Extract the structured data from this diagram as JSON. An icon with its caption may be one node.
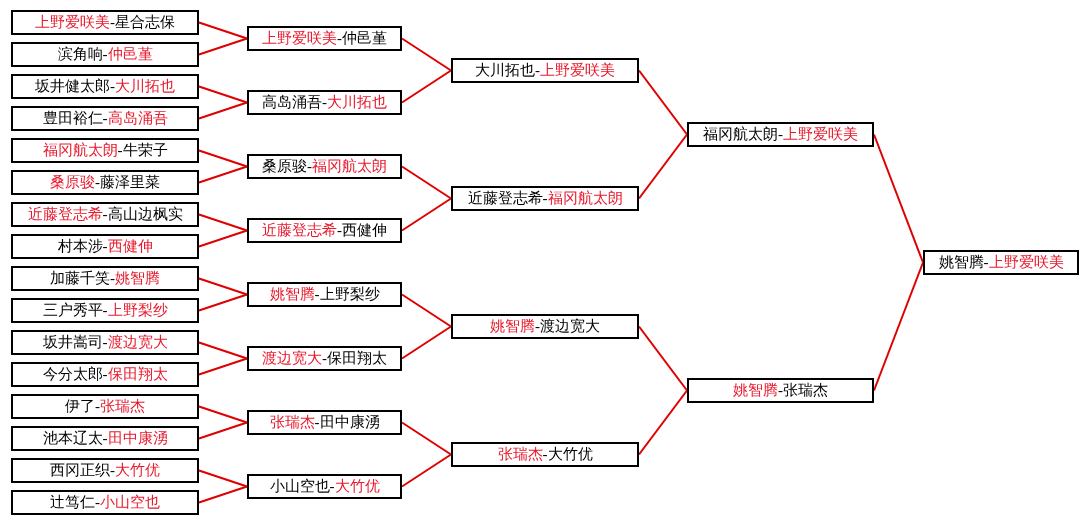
{
  "diagram": {
    "nodes": [
      {
        "text": [
          "上野爱咲美-星合志保"
        ]
      },
      {
        "text": [
          "滨角响-仲邑堇"
        ]
      },
      {
        "text": [
          "坂井健太郎-大川拓也"
        ]
      },
      {
        "text": [
          "豊田裕仁-高岛涌吾"
        ]
      },
      {
        "text": [
          "福冈航太朗-牛荣子"
        ]
      },
      {
        "text": [
          "桑原骏-藤泽里菜"
        ]
      },
      {
        "text": [
          "近藤登志希-高山边枫实"
        ]
      },
      {
        "text": [
          "村本涉-西健伸"
        ]
      },
      {
        "text": [
          "加藤千笑-姚智腾"
        ]
      },
      {
        "text": [
          "三户秀平-上野梨纱"
        ]
      },
      {
        "text": [
          "坂井嵩司-渡边宽大"
        ]
      },
      {
        "text": [
          "今分太郎-保田翔太"
        ]
      },
      {
        "text": [
          "伊了-张瑞杰"
        ]
      },
      {
        "text": [
          "池本辽太-田中康湧"
        ]
      },
      {
        "text": [
          "西冈正织-大竹优"
        ]
      },
      {
        "text": [
          "辻笃仁-小山空也"
        ]
      },
      {
        "text": [
          "上野爱咲美-仲邑堇"
        ]
      },
      {
        "text": [
          "高岛涌吾-大川拓也"
        ]
      },
      {
        "text": [
          "桑原骏-福冈航太朗"
        ]
      },
      {
        "text": [
          "近藤登志希-西健伸"
        ]
      },
      {
        "text": [
          "姚智腾-上野梨纱"
        ]
      },
      {
        "text": [
          "渡边宽大-保田翔太"
        ]
      },
      {
        "text": [
          "张瑞杰-田中康湧"
        ]
      },
      {
        "text": [
          "小山空也-大竹优"
        ]
      },
      {
        "text": [
          "大川拓也-上野爱咲美"
        ]
      },
      {
        "text": [
          "近藤登志希-福冈航太朗"
        ]
      },
      {
        "text": [
          "姚智腾-渡边宽大"
        ]
      },
      {
        "text": [
          "张瑞杰-大竹优"
        ]
      },
      {
        "text": [
          "福冈航太朗-上野爱咲美"
        ]
      },
      {
        "text": [
          "姚智腾-张瑞杰"
        ]
      },
      {
        "text": [
          "姚智腾-上野爱咲美"
        ]
      }
    ],
    "edges": [
      {
        "from": 0,
        "to": 16,
        "arrow": "none"
      },
      {
        "from": 1,
        "to": 16,
        "arrow": "none"
      },
      {
        "from": 2,
        "to": 17,
        "arrow": "none"
      },
      {
        "from": 3,
        "to": 17,
        "arrow": "none"
      },
      {
        "from": 4,
        "to": 18,
        "arrow": "none"
      },
      {
        "from": 5,
        "to": 18,
        "arrow": "none"
      },
      {
        "from": 6,
        "to": 19,
        "arrow": "none"
      },
      {
        "from": 7,
        "to": 19,
        "arrow": "none"
      },
      {
        "from": 8,
        "to": 20,
        "arrow": "none"
      },
      {
        "from": 9,
        "to": 20,
        "arrow": "none"
      },
      {
        "from": 10,
        "to": 21,
        "arrow": "none"
      },
      {
        "from": 11,
        "to": 21,
        "arrow": "none"
      },
      {
        "from": 12,
        "to": 22,
        "arrow": "none"
      },
      {
        "from": 13,
        "to": 22,
        "arrow": "none"
      },
      {
        "from": 14,
        "to": 23,
        "arrow": "none"
      },
      {
        "from": 15,
        "to": 23,
        "arrow": "none"
      },
      {
        "from": 16,
        "to": 24,
        "arrow": "none"
      },
      {
        "from": 17,
        "to": 24,
        "arrow": "none"
      },
      {
        "from": 18,
        "to": 25,
        "arrow": "none"
      },
      {
        "from": 19,
        "to": 25,
        "arrow": "none"
      },
      {
        "from": 20,
        "to": 26,
        "arrow": "none"
      },
      {
        "from": 21,
        "to": 26,
        "arrow": "none"
      },
      {
        "from": 22,
        "to": 27,
        "arrow": "none"
      },
      {
        "from": 23,
        "to": 27,
        "arrow": "none"
      },
      {
        "from": 24,
        "to": 28,
        "arrow": "none"
      },
      {
        "from": 25,
        "to": 28,
        "arrow": "none"
      },
      {
        "from": 26,
        "to": 29,
        "arrow": "none"
      },
      {
        "from": 27,
        "to": 29,
        "arrow": "none"
      },
      {
        "from": 28,
        "to": 30,
        "arrow": "none"
      },
      {
        "from": 29,
        "to": 30,
        "arrow": "none"
      }
    ]
  }
}
